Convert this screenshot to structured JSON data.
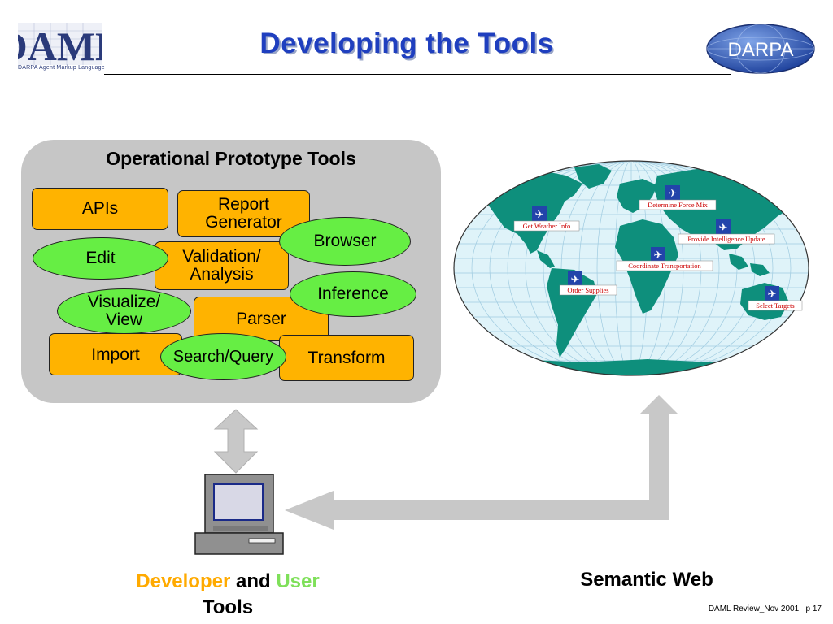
{
  "header": {
    "title": "Developing the Tools",
    "logo_text": "DAML",
    "logo_subtitle": "DARPA Agent Markup Language",
    "darpa_text": "DARPA"
  },
  "panel": {
    "title": "Operational Prototype Tools",
    "boxes": [
      "APIs",
      "Report\nGenerator",
      "Validation/\nAnalysis",
      "Parser",
      "Import",
      "Transform"
    ],
    "ellipses": [
      "Edit",
      "Browser",
      "Inference",
      "Visualize/\nView",
      "Search/Query"
    ]
  },
  "map": {
    "labels": [
      "Determine Force Mix",
      "Get Weather Info",
      "Provide Intelligence Update",
      "Coordinate Transportation",
      "Order Supplies",
      "Select Targets"
    ]
  },
  "bottom": {
    "developer": "Developer",
    "and": " and ",
    "user": "User",
    "tools": "Tools",
    "semantic_web": "Semantic Web"
  },
  "footer": {
    "text": "DAML Review_Nov 2001",
    "page": "p 17"
  },
  "colors": {
    "title_blue": "#1f3fbf",
    "box_orange": "#ffb300",
    "ellipse_green": "#66ee44",
    "panel_gray": "#c6c6c6",
    "ocean": "#dff3f9",
    "land": "#0e8f7c",
    "arrow_gray": "#c8c8c8"
  }
}
